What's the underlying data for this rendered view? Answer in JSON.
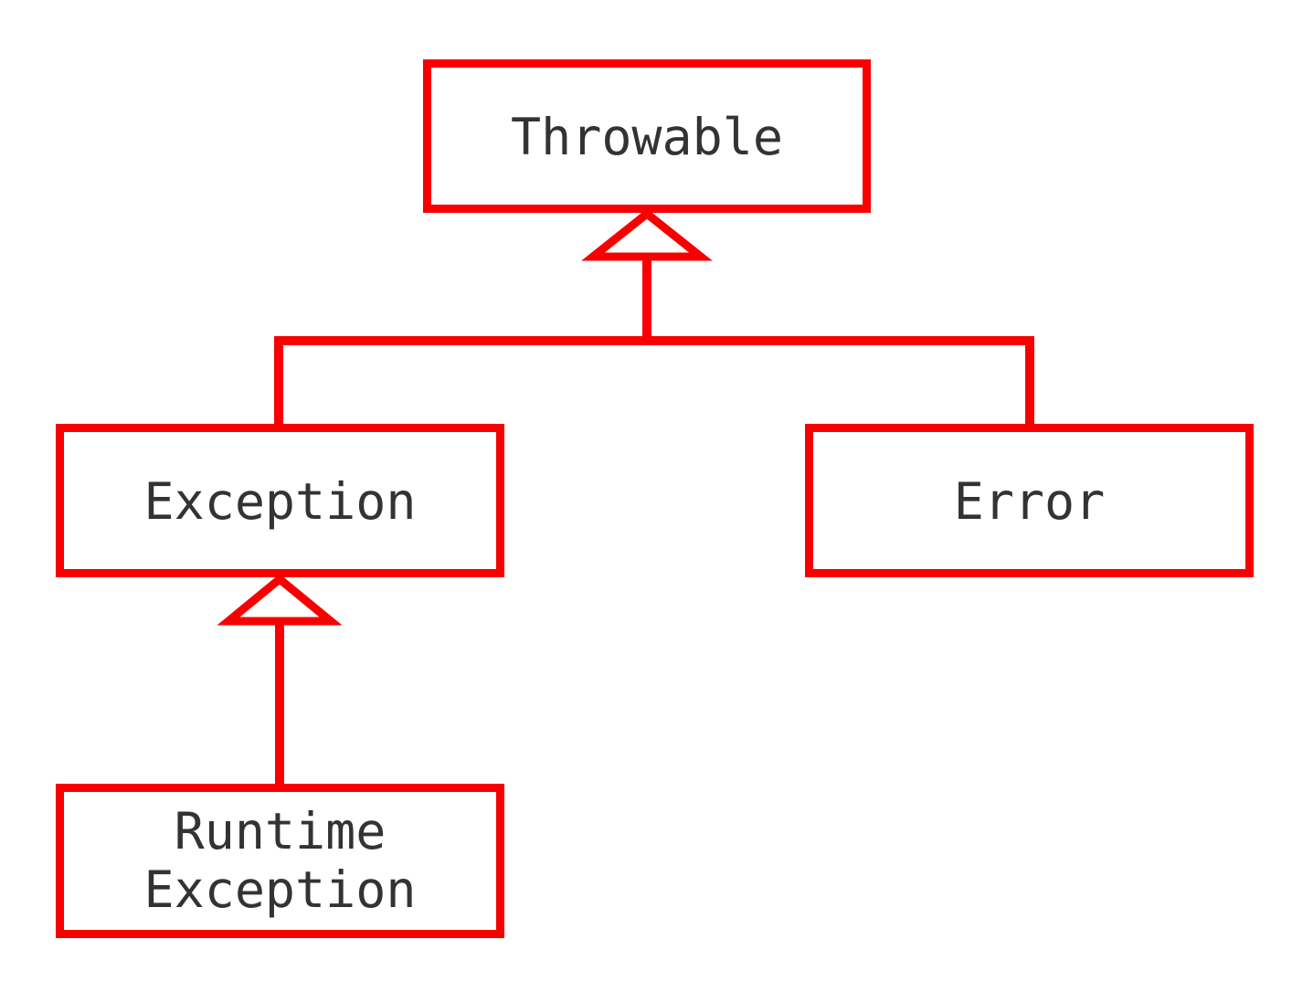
{
  "diagram": {
    "type": "class-hierarchy",
    "background": "#ffffff",
    "colors": {
      "accent": "#f80000",
      "text": "#333333",
      "box_fill": "#ffffff"
    },
    "nodes": {
      "throwable": {
        "label": "Throwable"
      },
      "exception": {
        "label": "Exception"
      },
      "error": {
        "label": "Error"
      },
      "runtime_exception": {
        "label_line1": "Runtime",
        "label_line2": "Exception"
      }
    },
    "edges": [
      {
        "from": "Exception",
        "to": "Throwable",
        "relation": "inheritance"
      },
      {
        "from": "Error",
        "to": "Throwable",
        "relation": "inheritance"
      },
      {
        "from": "RuntimeException",
        "to": "Exception",
        "relation": "inheritance"
      }
    ]
  }
}
